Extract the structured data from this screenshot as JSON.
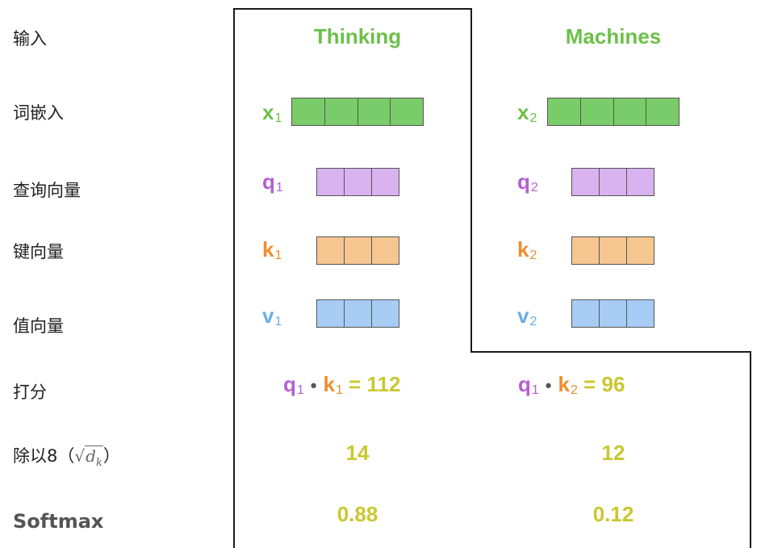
{
  "rows": {
    "input": "输入",
    "embedding": "词嵌入",
    "query": "查询向量",
    "key": "键向量",
    "value": "值向量",
    "score": "打分",
    "divide_prefix": "除以8（",
    "divide_root": "√",
    "divide_var": "d",
    "divide_sub": "k",
    "divide_suffix": "）",
    "softmax": "Softmax"
  },
  "colors": {
    "x": "#7acb6a",
    "q": "#d8b3f0",
    "k": "#f6c690",
    "v": "#a7cdf5",
    "x_text": "#6cc04a",
    "q_text": "#b35fd3",
    "k_text": "#f08c2e",
    "v_text": "#6aaee8",
    "num_text": "#c9c82f"
  },
  "columns": [
    {
      "word": "Thinking",
      "x_label": "x",
      "x_sub": "1",
      "q_label": "q",
      "q_sub": "1",
      "k_label": "k",
      "k_sub": "1",
      "v_label": "v",
      "v_sub": "1",
      "score_q": "q",
      "score_q_sub": "1",
      "score_dot": "•",
      "score_k": "k",
      "score_k_sub": "1",
      "score_eq": "= 112",
      "scaled": "14",
      "softmax": "0.88"
    },
    {
      "word": "Machines",
      "x_label": "x",
      "x_sub": "2",
      "q_label": "q",
      "q_sub": "2",
      "k_label": "k",
      "k_sub": "2",
      "v_label": "v",
      "v_sub": "2",
      "score_q": "q",
      "score_q_sub": "1",
      "score_dot": "•",
      "score_k": "k",
      "score_k_sub": "2",
      "score_eq": "= 96",
      "scaled": "12",
      "softmax": "0.12"
    }
  ]
}
